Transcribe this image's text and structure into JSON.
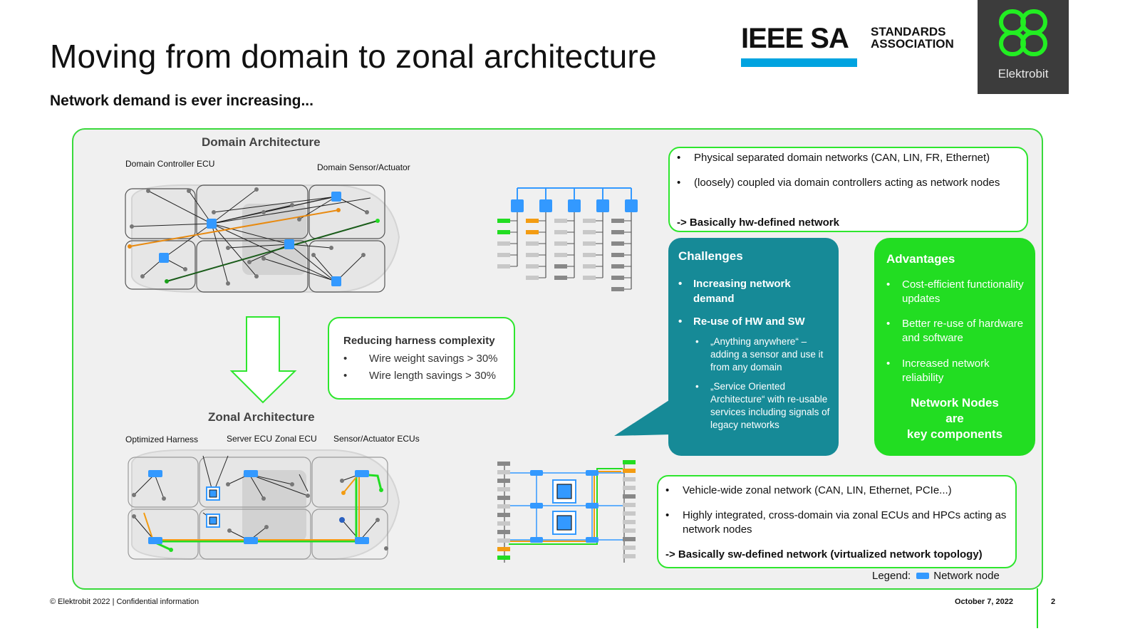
{
  "header": {
    "title": "Moving from domain to zonal architecture",
    "subtitle": "Network demand is ever increasing...",
    "ieee_main": "IEEE SA",
    "ieee_standards_1": "STANDARDS",
    "ieee_standards_2": "ASSOCIATION",
    "elektrobit": "Elektrobit"
  },
  "domain": {
    "heading": "Domain Architecture",
    "label_controller": "Domain Controller ECU",
    "label_sensor": "Domain Sensor/Actuator"
  },
  "zonal": {
    "heading": "Zonal Architecture",
    "label_harness": "Optimized Harness",
    "label_server": "Server ECU",
    "label_zonal": "Zonal ECU",
    "label_sensor": "Sensor/Actuator ECUs"
  },
  "reducing": {
    "heading": "Reducing harness complexity",
    "items": [
      "Wire weight savings > 30%",
      "Wire length savings > 30%"
    ]
  },
  "domain_box": {
    "items": [
      "Physical separated domain networks (CAN, LIN, FR, Ethernet)",
      "(loosely) coupled via domain controllers acting as network nodes"
    ],
    "conclusion": "-> Basically hw-defined network"
  },
  "zonal_box": {
    "items": [
      "Vehicle-wide zonal network (CAN, LIN, Ethernet, PCIe...)",
      "Highly integrated, cross-domain via zonal ECUs and HPCs acting as network nodes"
    ],
    "conclusion": "-> Basically sw-defined network (virtualized network topology)"
  },
  "challenges": {
    "heading": "Challenges",
    "item1": "Increasing network demand",
    "item2": "Re-use of HW and SW",
    "sub1": "„Anything anywhere“ – adding a sensor and use it from any domain",
    "sub2": "„Service Oriented Architecture“ with re-usable services including signals of legacy networks"
  },
  "advantages": {
    "heading": "Advantages",
    "items": [
      "Cost-efficient functionality updates",
      "Better re-use of hardware and software",
      "Increased network reliability"
    ],
    "emphasis_1": "Network Nodes",
    "emphasis_2": "are",
    "emphasis_3": "key components"
  },
  "legend": {
    "prefix": "Legend:",
    "label": "Network node"
  },
  "footer": {
    "copyright": "© Elektrobit 2022 | Confidential information",
    "date": "October 7, 2022",
    "page": "2"
  },
  "colors": {
    "green": "#22dd22",
    "teal": "#168a97",
    "node_blue": "#3399ff",
    "orange": "#f39c12",
    "ieee_blue": "#00a3e0"
  }
}
